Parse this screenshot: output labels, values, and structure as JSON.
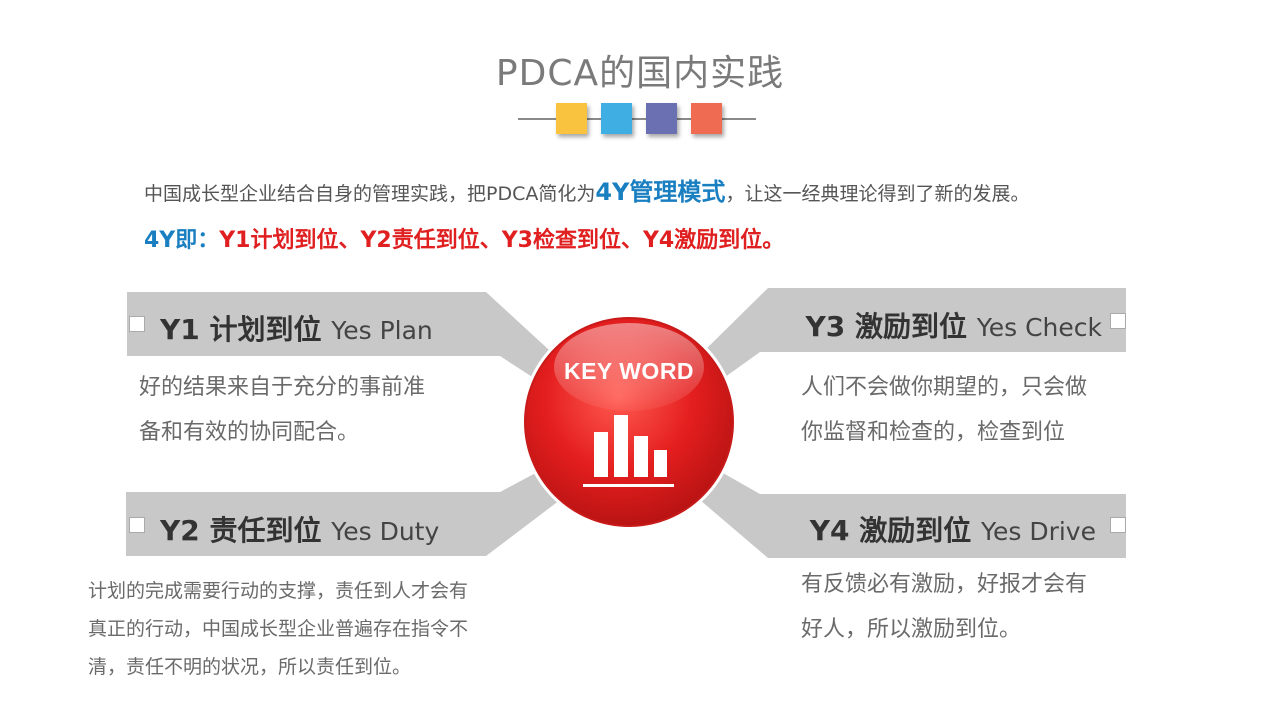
{
  "title": "PDCA的国内实践",
  "colors": {
    "squares": [
      "#f9c33f",
      "#3eaee3",
      "#6b70b3",
      "#ef6b51"
    ],
    "accent_blue": "#1a7fc1",
    "accent_red": "#e02020",
    "band_gray": "#c8c8c8"
  },
  "intro": {
    "before": "中国成长型企业结合自身的管理实践，把PDCA简化为",
    "highlight": "4Y管理模式",
    "after": "，让这一经典理论得到了新的发展。"
  },
  "line2": {
    "prefix": "4Y即：",
    "text": "Y1计划到位、Y2责任到位、Y3检查到位、Y4激励到位。"
  },
  "center": {
    "label": "KEY WORD",
    "icon": "bar-chart-icon"
  },
  "items": [
    {
      "head": "Y1 计划到位",
      "en": "Yes Plan",
      "lines": [
        "好的结果来自于充分的事前准",
        "备和有效的协同配合。"
      ]
    },
    {
      "head": "Y2 责任到位",
      "en": "Yes Duty",
      "lines": [
        "计划的完成需要行动的支撑，责任到人才会有",
        "真正的行动，中国成长型企业普遍存在指令不",
        "清，责任不明的状况，所以责任到位。"
      ]
    },
    {
      "head": "Y3 激励到位",
      "en": "Yes Check",
      "lines": [
        "人们不会做你期望的，只会做",
        "你监督和检查的，检查到位"
      ]
    },
    {
      "head": "Y4 激励到位",
      "en": "Yes Drive",
      "lines": [
        "有反馈必有激励，好报才会有",
        "好人，所以激励到位。"
      ]
    }
  ]
}
